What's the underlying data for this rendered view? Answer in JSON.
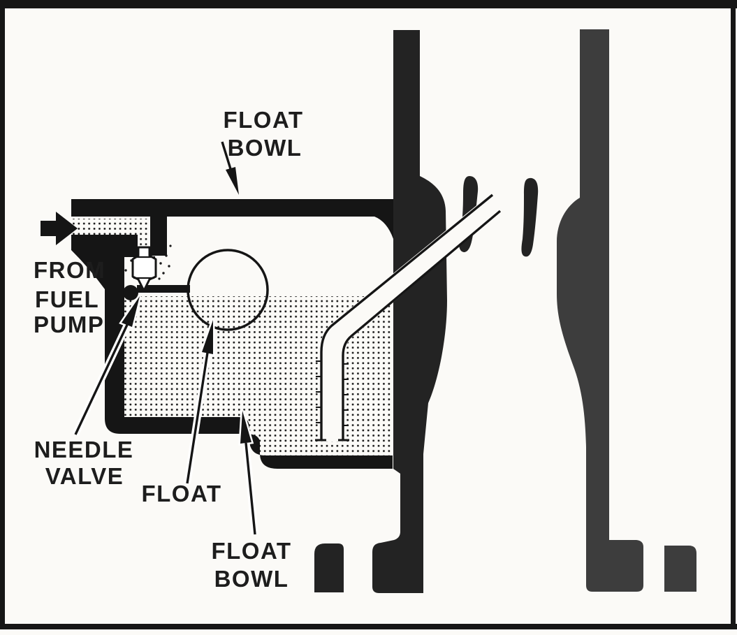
{
  "colors": {
    "background": "#fbfaf7",
    "ink": "#151515",
    "carb_body_left": "#232323",
    "carb_body_right": "#3d3d3d",
    "text": "#1d1d1d",
    "fuel_dot": "#1a1a1a"
  },
  "labels": {
    "float_bowl_top": {
      "line1": "FLOAT",
      "line2": "BOWL"
    },
    "from_fuel_pump": {
      "line1": "FROM",
      "line2": "FUEL",
      "line3": "PUMP"
    },
    "needle_valve": {
      "line1": "NEEDLE",
      "line2": "VALVE"
    },
    "float_label": {
      "text": "FLOAT"
    },
    "float_bowl_bottom": {
      "line1": "FLOAT",
      "line2": "BOWL"
    }
  },
  "icons": {
    "fuel_inlet_arrow": "solid-right-arrow",
    "leader_arrow": "thin-pointer-arrow"
  }
}
